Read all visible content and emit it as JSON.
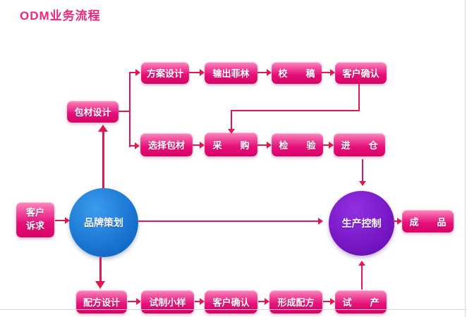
{
  "title": "ODM业务流程",
  "diagram": {
    "nodes": {
      "customer_demand": {
        "lines": [
          "客户",
          "诉求"
        ]
      },
      "brand_planning": {
        "label": "品牌策划"
      },
      "packaging_design": {
        "label": "包材设计"
      },
      "plan_design": {
        "label": "方案设计"
      },
      "output_film": {
        "label": "输出菲林"
      },
      "proofread": {
        "label": "校　　稿"
      },
      "customer_confirm_top": {
        "label": "客户确认"
      },
      "select_packaging": {
        "label": "选择包材"
      },
      "procurement": {
        "label": "采　　购"
      },
      "inspection": {
        "label": "检　　验"
      },
      "warehouse_in": {
        "label": "进　　仓"
      },
      "production_control": {
        "label": "生产控制"
      },
      "finished_product": {
        "label": "成　　品"
      },
      "formula_design": {
        "label": "配方设计"
      },
      "trial_sample": {
        "label": "试制小样"
      },
      "customer_confirm_bottom": {
        "label": "客户确认"
      },
      "form_formula": {
        "label": "形成配方"
      },
      "trial_production": {
        "label": "试　　产"
      }
    },
    "colors": {
      "title_text": "#f0267e",
      "box_pink_top": "#f98abd",
      "box_pink_bottom": "#d80066",
      "arrow": "#e4164f",
      "circle_blue": "#1b77d2",
      "circle_purple": "#7a18c8",
      "border_gray": "#d6d6d6"
    }
  }
}
